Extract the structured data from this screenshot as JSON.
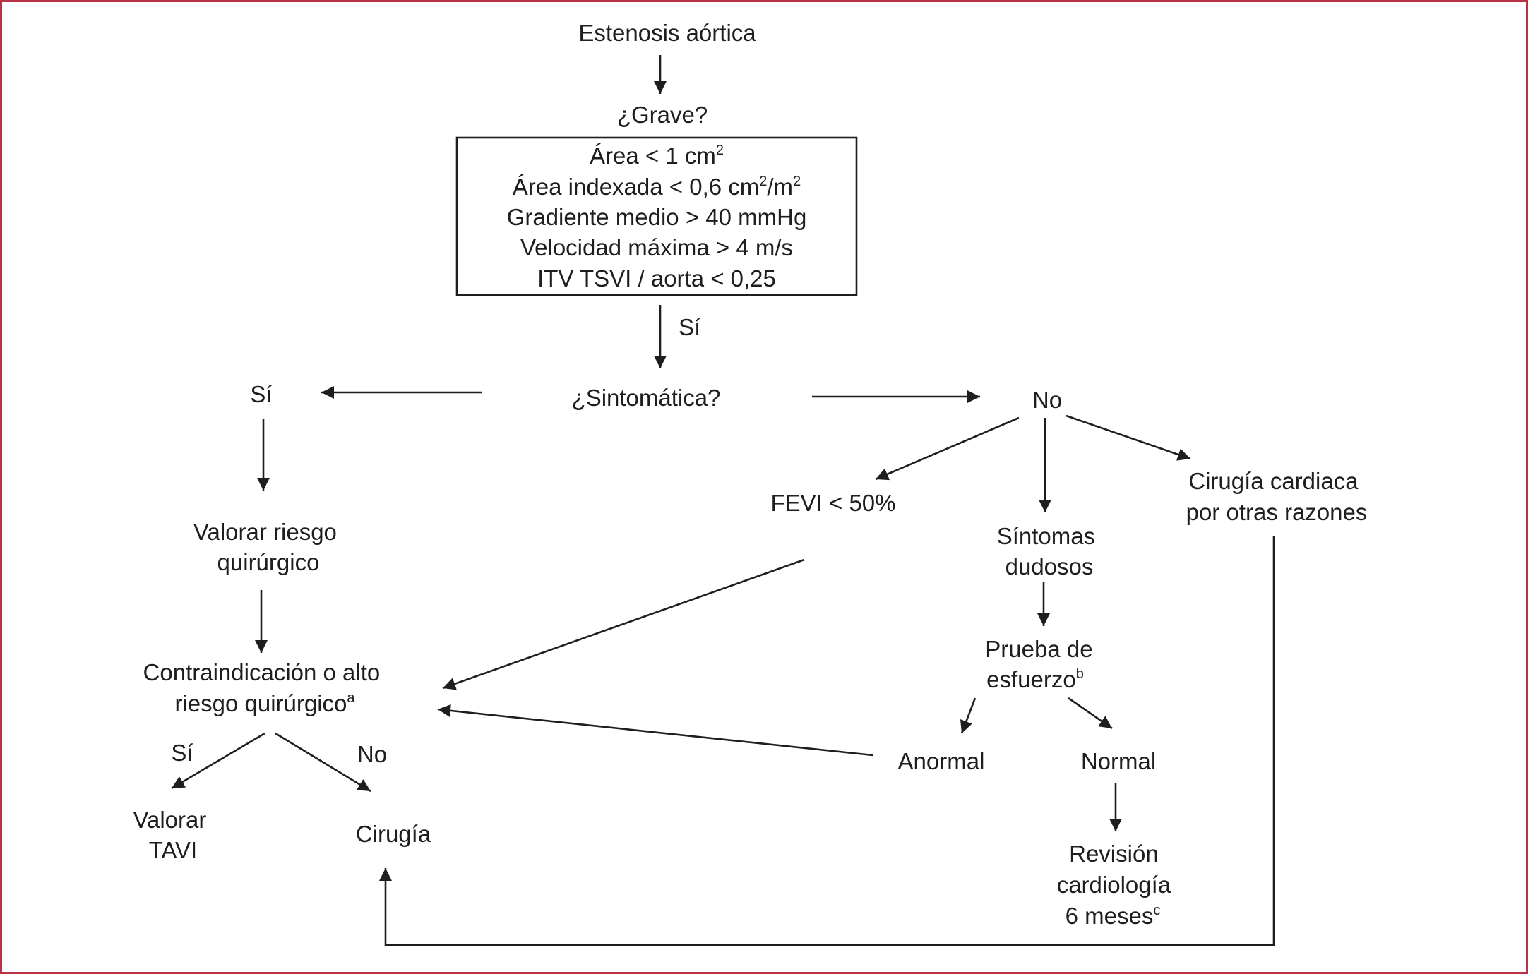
{
  "nodes": {
    "estenosis": "Estenosis aórtica",
    "grave": "¿Grave?",
    "criteria": {
      "area": "Área < 1 cm",
      "area_sup": "2",
      "indexada_a": "Área indexada < 0,6 cm",
      "indexada_sup1": "2",
      "indexada_b": "/m",
      "indexada_sup2": "2",
      "gradiente": "Gradiente medio > 40 mmHg",
      "velocidad": "Velocidad máxima > 4 m/s",
      "itv": "ITV TSVI / aorta < 0,25"
    },
    "si_grave": "Sí",
    "sintomatica": "¿Sintomática?",
    "si_sintomatica": "Sí",
    "no_sintomatica": "No",
    "valorar_riesgo_1": "Valorar riesgo",
    "valorar_riesgo_2": "quirúrgico",
    "contraindicacion_1": "Contraindicación o alto",
    "contraindicacion_2": "riesgo quirúrgico",
    "contraindicacion_sup": "a",
    "si_contra": "Sí",
    "no_contra": "No",
    "valorar_tavi_1": "Valorar",
    "valorar_tavi_2": "TAVI",
    "cirugia": "Cirugía",
    "fevi": "FEVI < 50%",
    "sintomas_dudosos_1": "Síntomas",
    "sintomas_dudosos_2": "dudosos",
    "cirugia_cardiaca_1": "Cirugía cardiaca",
    "cirugia_cardiaca_2": "por otras razones",
    "prueba_1": "Prueba de",
    "prueba_2": "esfuerzo",
    "prueba_sup": "b",
    "anormal": "Anormal",
    "normal": "Normal",
    "revision_1": "Revisión",
    "revision_2": "cardiología",
    "revision_3": "6 meses",
    "revision_sup": "c"
  },
  "colors": {
    "frame": "#b83246",
    "ink": "#1e1e1e"
  }
}
